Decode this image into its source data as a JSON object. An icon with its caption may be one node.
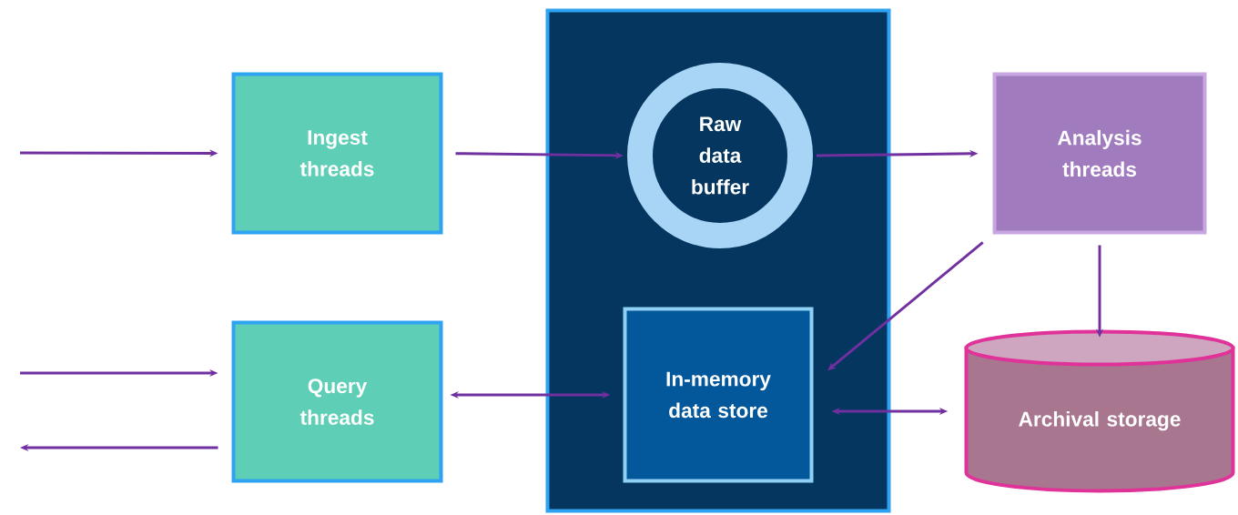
{
  "diagram": {
    "nodes": [
      {
        "text": [],
        "shape": "box"
      },
      {
        "text": [
          "Ingest threads"
        ]
      },
      {
        "text": [
          "Raw data buffer"
        ],
        "in": 0
      },
      {
        "text": [
          "Analysis threads"
        ]
      },
      {
        "text": [
          "Query threads"
        ]
      },
      {
        "text": [
          "In-memory data store"
        ],
        "in": 0
      },
      {
        "text": [
          "Archival storage"
        ]
      }
    ],
    "edges": [
      {
        "from": null,
        "to": 1,
        "arrow": "to"
      },
      {
        "from": 1,
        "to": 2,
        "arrow": "to"
      },
      {
        "from": 2,
        "to": 3,
        "arrow": "to"
      },
      {
        "from": 3,
        "to": 5,
        "arrow": "to"
      },
      {
        "from": 3,
        "to": 6,
        "arrow": "to"
      },
      {
        "from": null,
        "to": 4,
        "arrow": "to"
      },
      {
        "from": 4,
        "to": null,
        "arrow": "to"
      },
      {
        "from": 4,
        "to": 5,
        "arrow": "both"
      },
      {
        "from": 5,
        "to": 6,
        "arrow": "both"
      }
    ]
  }
}
